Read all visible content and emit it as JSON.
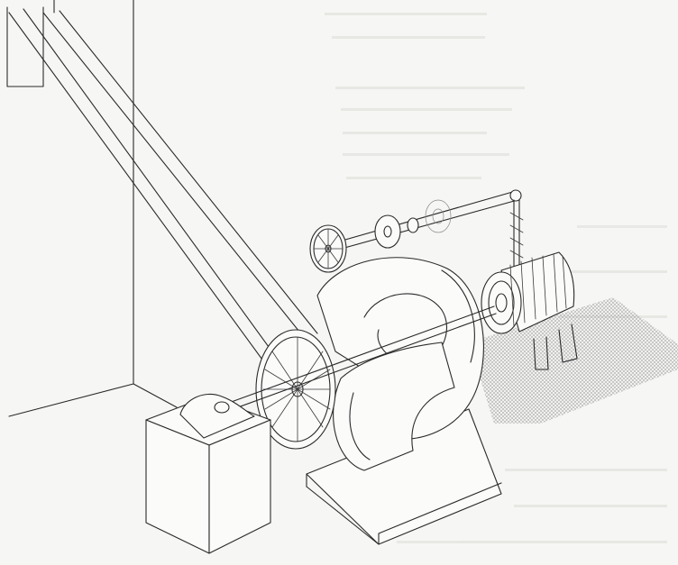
{
  "figure": {
    "kind": "line-drawing",
    "style": "pen-and-ink technical illustration",
    "ink_color": "#2a2a2a",
    "paper_color": "#f6f6f4",
    "shading_color": "#9a9a9a",
    "components": [
      "wall-and-corner",
      "drive-belt",
      "small-pulley-wheel",
      "small-disc",
      "small-hub",
      "ghost-disc",
      "overhead-shaft",
      "belt-tensioner-arm",
      "volute-casing",
      "suction-bend",
      "large-flywheel",
      "bearing-pedestal",
      "drive-shaft",
      "electric-motor",
      "motor-shadow",
      "concrete-base"
    ]
  }
}
